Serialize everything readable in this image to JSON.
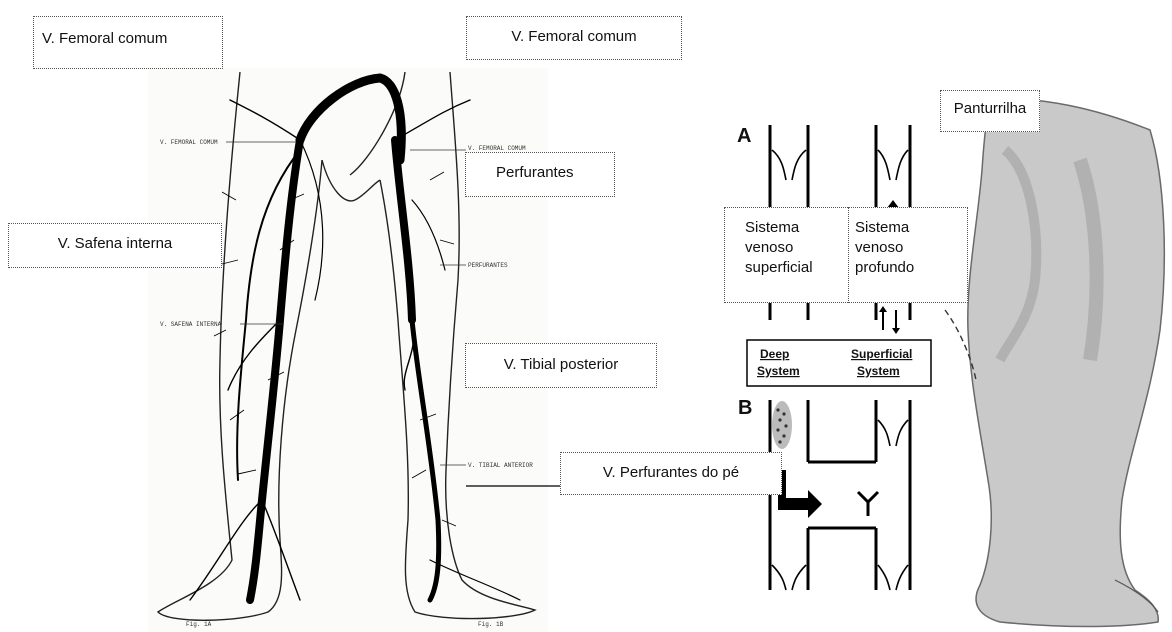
{
  "callouts": {
    "femoral_left": "V. Femoral comum",
    "femoral_right": "V. Femoral comum",
    "perfurantes": "Perfurantes",
    "safena_interna": "V. Safena interna",
    "tibial_posterior": "V. Tibial posterior",
    "perfurantes_pe": "V. Perfurantes do pé",
    "panturrilha": "Panturrilha",
    "sistema_superficial": "Sistema\nvenoso\nsuperficial",
    "sistema_profundo": "Sistema\nvenoso\nprofundo"
  },
  "figure_labels": {
    "femoral_comum": "V. FEMORAL COMUM",
    "femoral_comum_right": "V. FEMORAL COMUM",
    "perfurantes": "PERFURANTES",
    "safena_interna": "V. SAFENA INTERNA",
    "tibial_anterior": "V. TIBIAL ANTERIOR",
    "fig_1a": "Fig. 1A",
    "fig_1b": "Fig. 1B"
  },
  "valve_diagram": {
    "letter_a": "A",
    "letter_b": "B",
    "deep_system": "Deep System",
    "superficial_system": "Superficial System",
    "deep_line1": "Deep",
    "deep_line2": "System",
    "superficial_line1": "Superficial",
    "superficial_line2": "System"
  }
}
